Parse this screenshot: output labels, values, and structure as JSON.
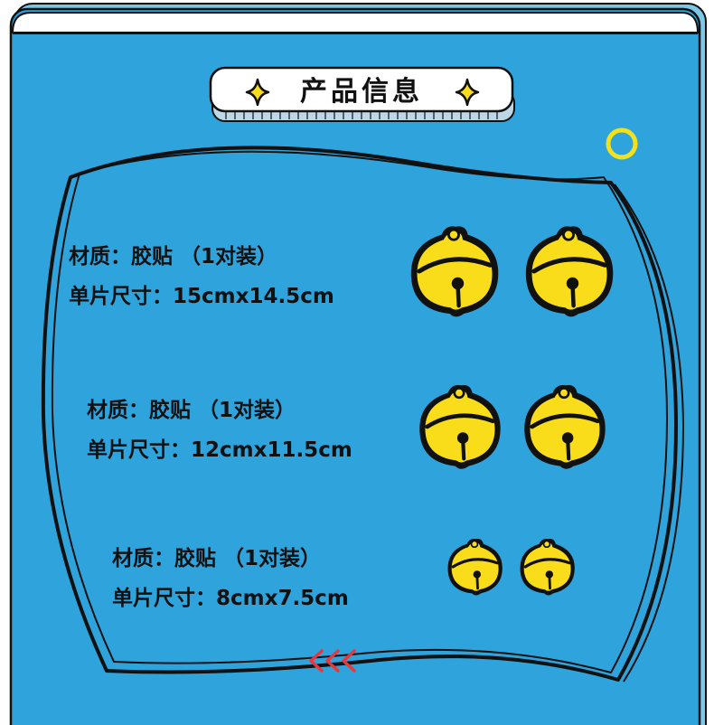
{
  "header": {
    "title": "产品信息",
    "sparkle_icon": "four-point-star-icon"
  },
  "products": [
    {
      "material": "材质：胶贴 （1对装）",
      "size": "单片尺寸：15cmx14.5cm"
    },
    {
      "material": "材质：胶贴 （1对装）",
      "size": "单片尺寸：12cmx11.5cm"
    },
    {
      "material": "材质：胶贴 （1对装）",
      "size": "单片尺寸：8cmx7.5cm"
    }
  ],
  "decor": {
    "bell_icon": "bell-icon",
    "ring_icon": "ring-icon",
    "arrows_icon": "triple-chevron-left-icon"
  },
  "colors": {
    "background": "#2ea3dc",
    "frame_border": "#111111",
    "frame_accent": "#7cc6e6",
    "bell_yellow": "#f9dc1a",
    "ring_yellow": "#f3e21b",
    "chevron_red": "#e8383d",
    "badge_fill": "#ffffff"
  }
}
